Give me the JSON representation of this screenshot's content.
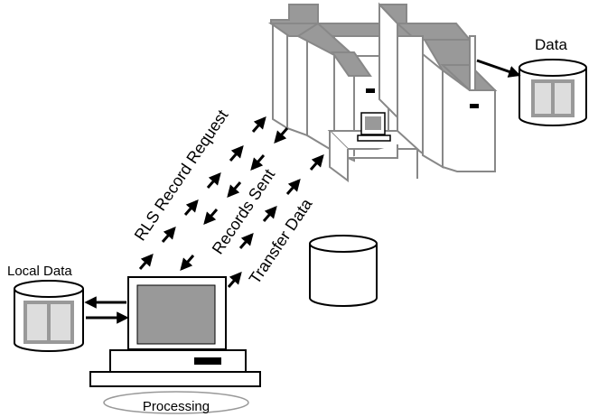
{
  "labels": {
    "remote_data": "Data",
    "local_data": "Local  Data",
    "processing": "Processing",
    "rls_request": "RLS  Record  Request",
    "records_sent": "Records  Sent",
    "transfer_data": "Transfer  Data"
  },
  "colors": {
    "outline": "#888888",
    "fill_light": "#ffffff",
    "fill_dark": "#999999",
    "screen": "#9a9a9a",
    "ink": "#000000"
  },
  "icons": {
    "mainframe": "mainframe-cabinets-icon",
    "terminal": "workstation-terminal-icon",
    "disk": "disk-storage-icon",
    "arrow": "dashed-arrow-icon"
  }
}
